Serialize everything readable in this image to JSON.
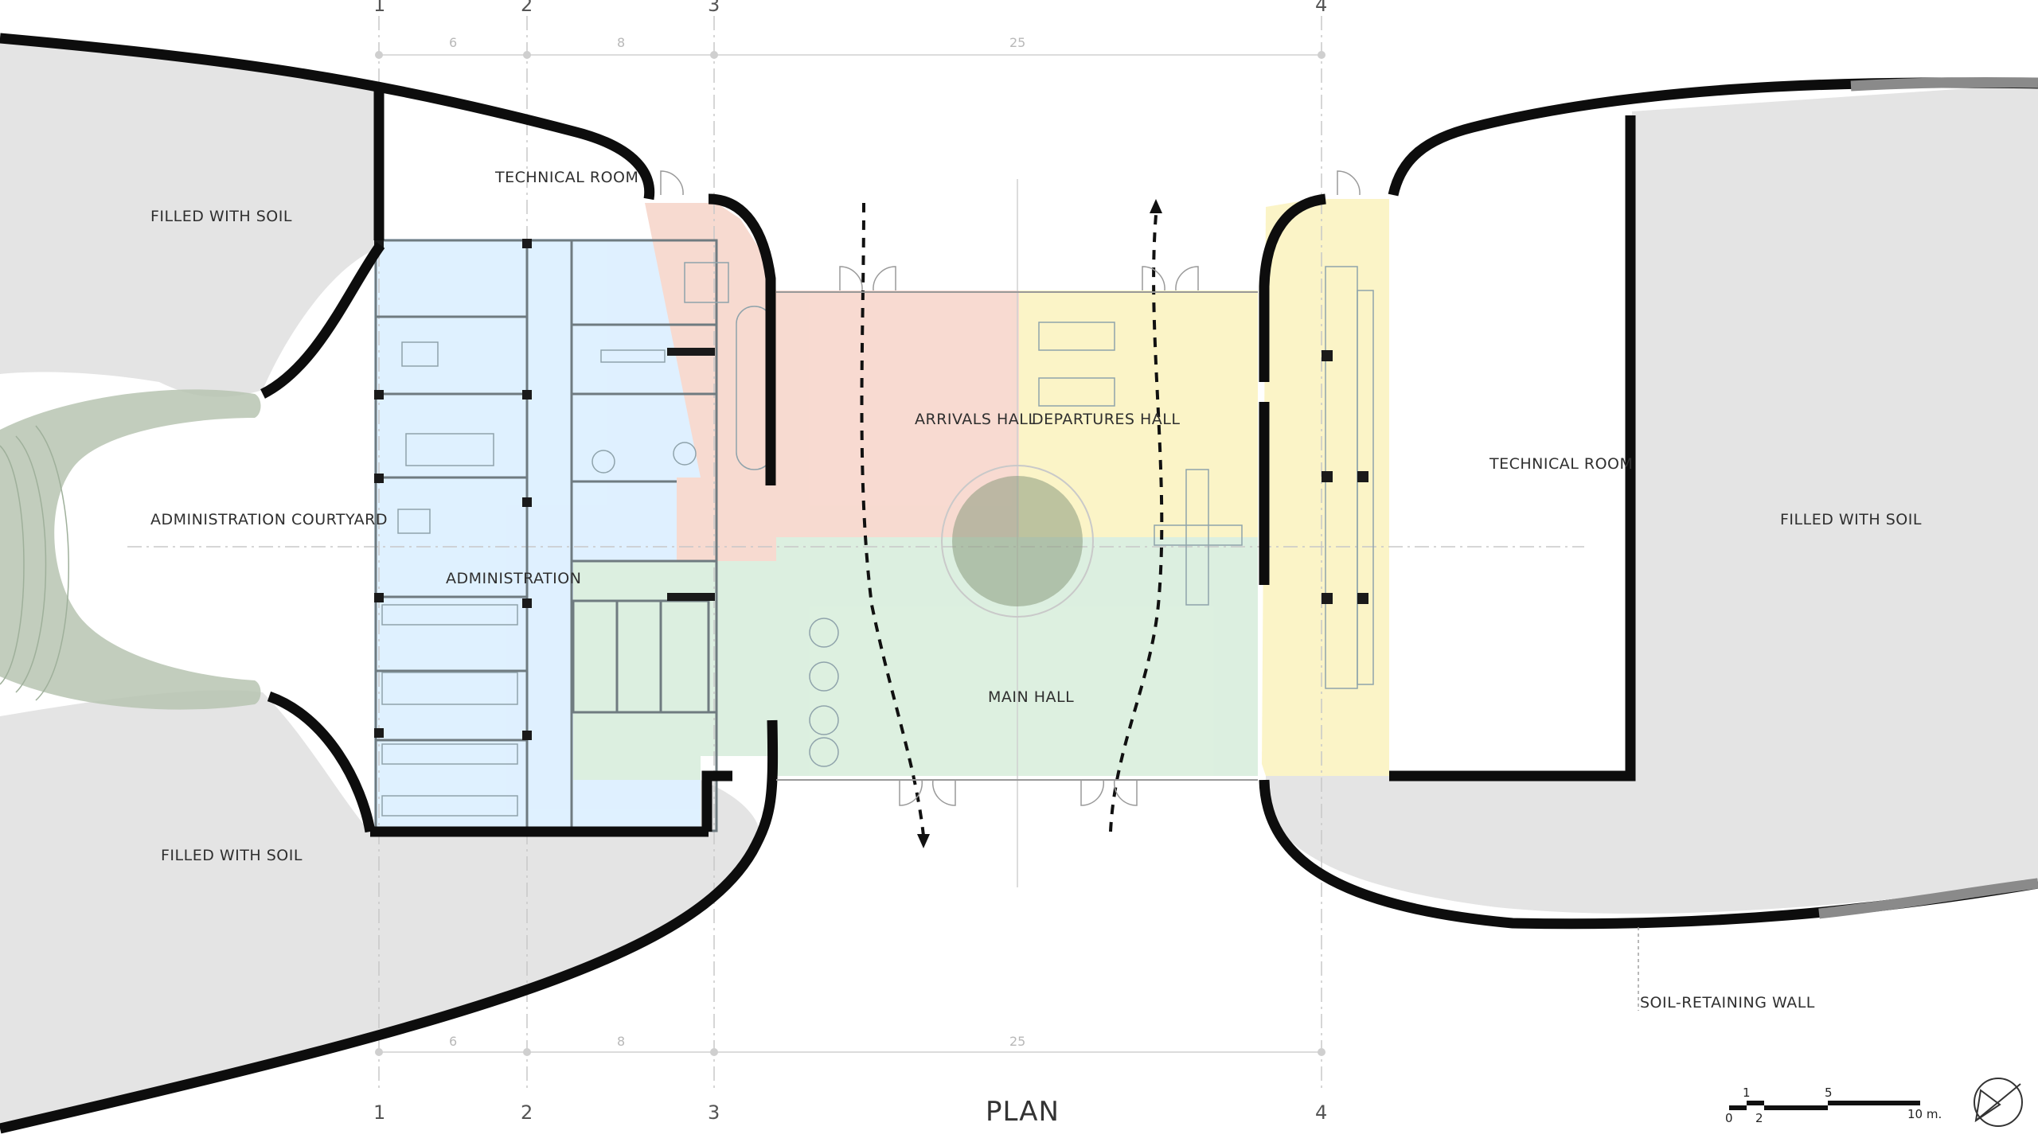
{
  "plan": {
    "title": "PLAN",
    "rooms": {
      "technical_room_left": "TECHNICAL ROOM",
      "filled_soil_top_left": "FILLED WITH SOIL",
      "admin_courtyard": "ADMINISTRATION COURTYARD",
      "administration": "ADMINISTRATION",
      "filled_soil_bottom_left": "FILLED WITH SOIL",
      "arrivals_hall": "ARRIVALS HALL",
      "departures_hall": "DEPARTURES HALL",
      "main_hall": "MAIN HALL",
      "technical_room_right": "TECHNICAL ROOM",
      "filled_soil_right": "FILLED WITH SOIL",
      "soil_retaining_wall": "SOIL-RETAINING WALL"
    },
    "grid_axes": [
      "1",
      "2",
      "3",
      "4"
    ],
    "dimensions": [
      "6",
      "8",
      "25"
    ],
    "scale_bar": {
      "ticks": [
        "0",
        "1",
        "2",
        "5",
        "10 m."
      ]
    },
    "colors": {
      "administration_zone": "#dcefff",
      "arrivals_zone": "#f7d6cc",
      "departures_zone": "#fbf3c1",
      "main_hall_zone": "#d9eedd",
      "soil_fill": "#e4e4e4",
      "courtyard_green": "#b7c4b2",
      "wall": "#0d0d0d"
    }
  }
}
